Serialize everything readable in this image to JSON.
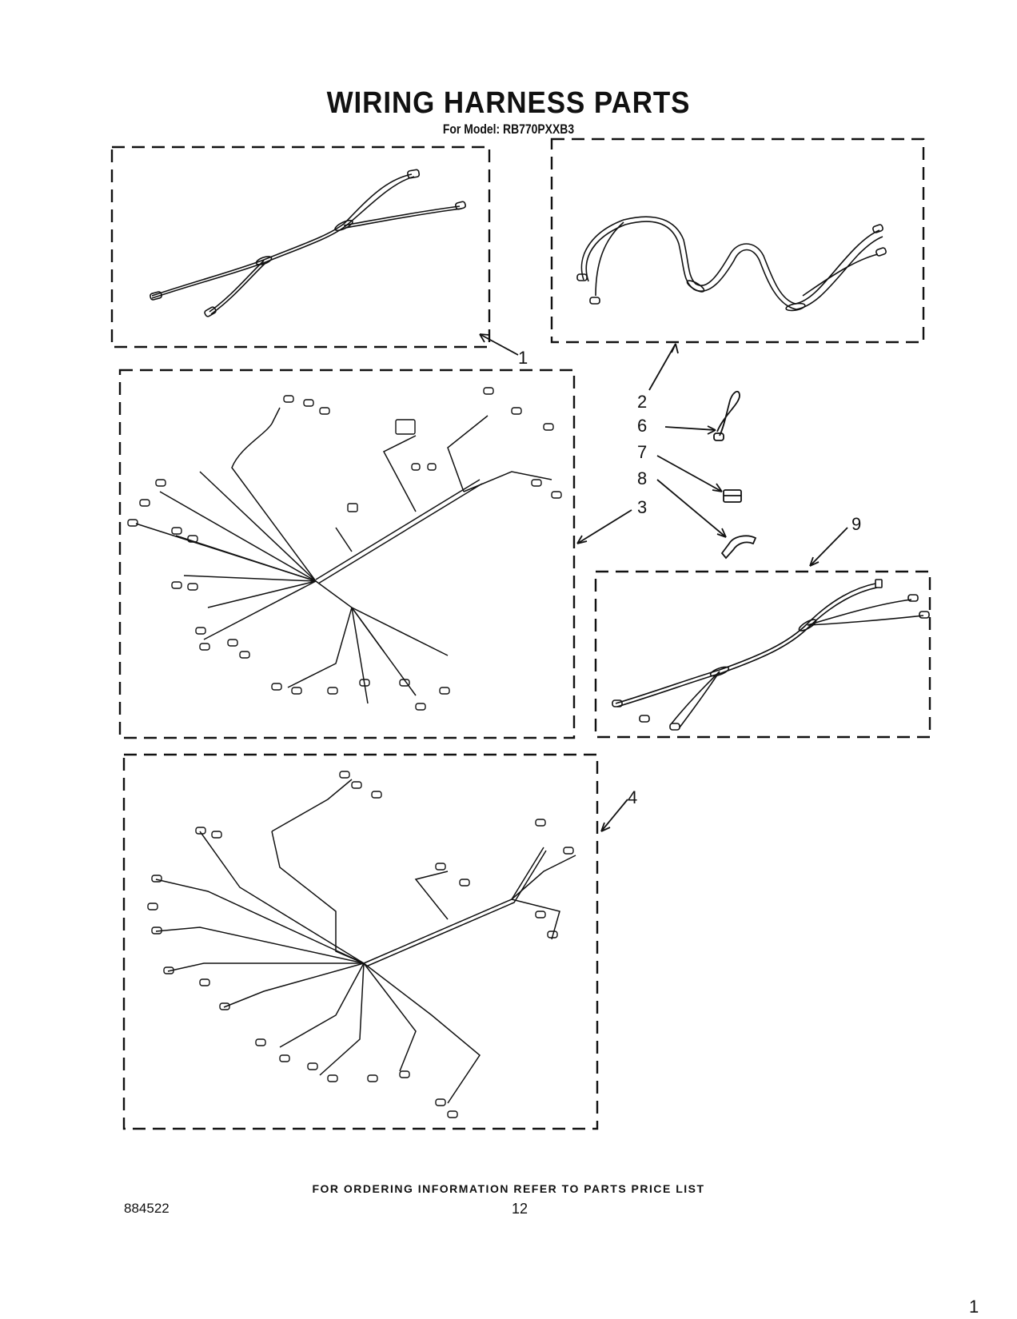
{
  "header": {
    "title": "WIRING HARNESS PARTS",
    "subtitle": "For Model: RB770PXXB3"
  },
  "callouts": {
    "c1": "1",
    "c2": "2",
    "c3": "3",
    "c4": "4",
    "c6": "6",
    "c7": "7",
    "c8": "8",
    "c9": "9"
  },
  "footer": {
    "note": "FOR ORDERING INFORMATION REFER TO PARTS PRICE LIST",
    "doc_number": "884522",
    "page_number": "12",
    "corner_mark": "1"
  }
}
